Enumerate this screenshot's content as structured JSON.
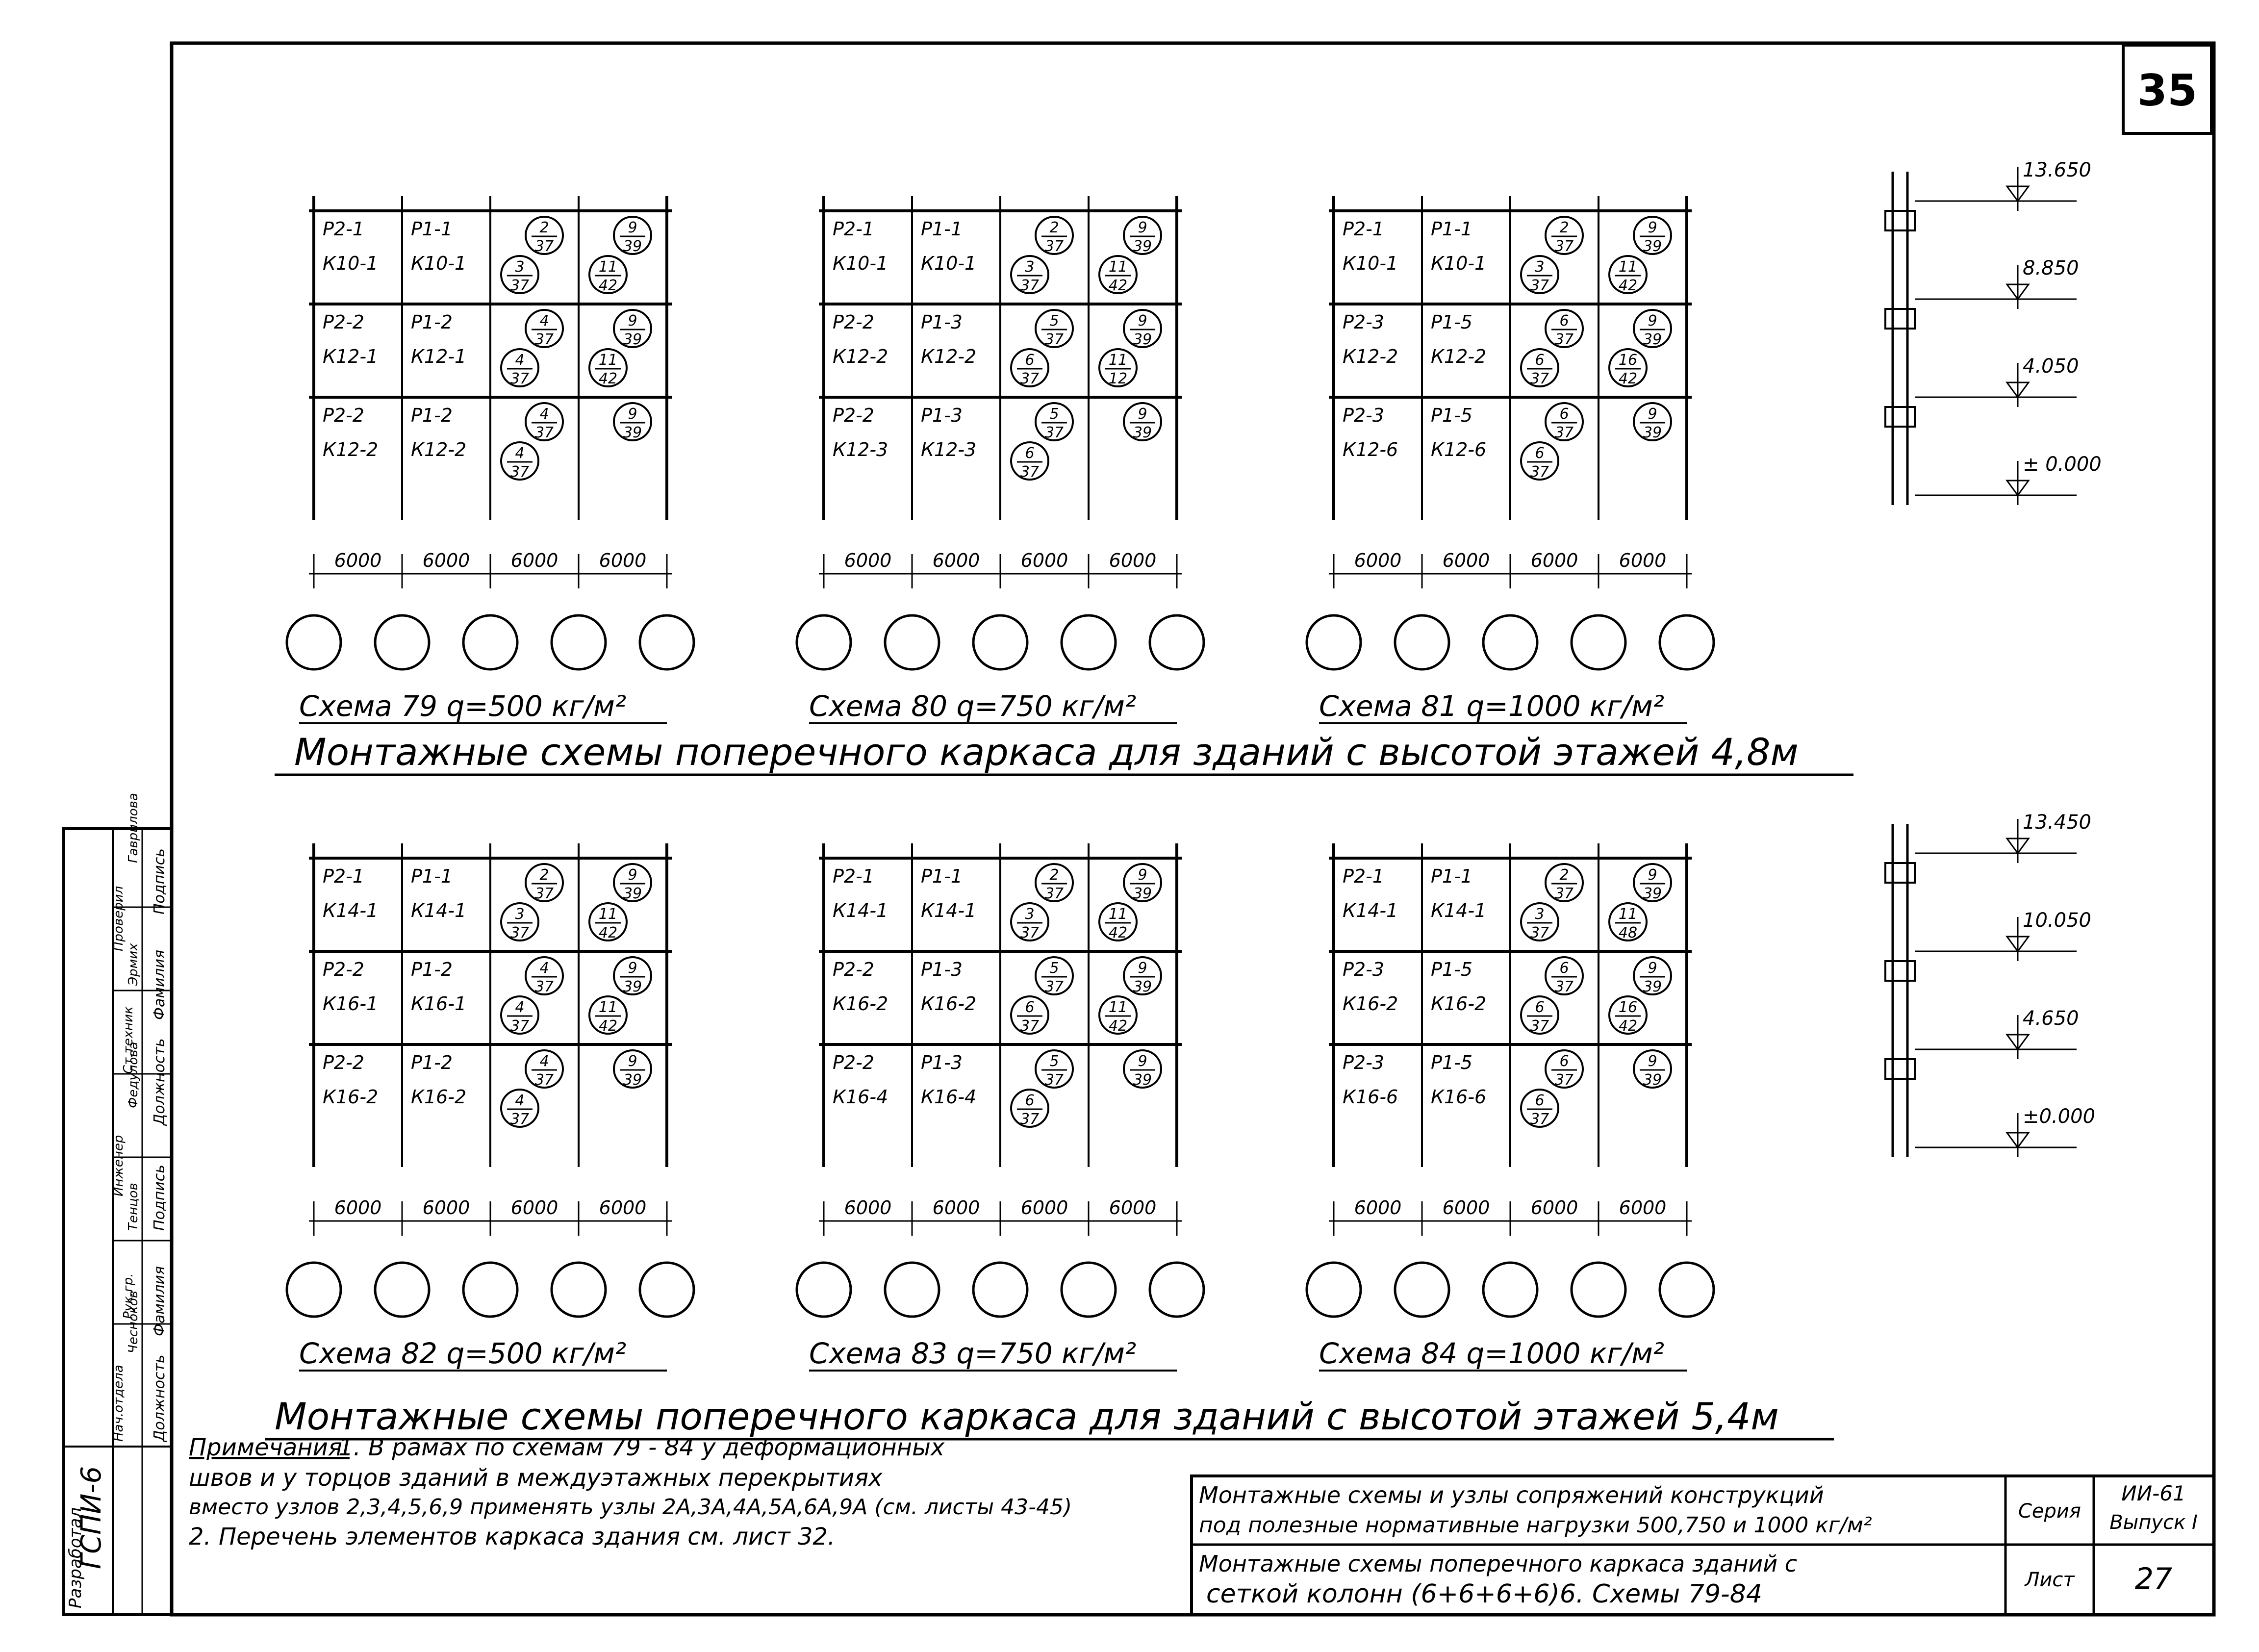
{
  "sheet_number": "35",
  "upper_group": {
    "title": "Монтажные схемы поперечного каркаса для зданий с высотой этажей 4,8м",
    "schemes": [
      {
        "caption": "Схема 79 q=500 кг/м²",
        "rows": [
          {
            "b1": "Р2-1",
            "c1": "К10-1",
            "b2": "Р1-1",
            "c2": "К10-1",
            "n1": [
              "2",
              "37"
            ],
            "n1b": [
              "3",
              "37"
            ],
            "n2": [
              "9",
              "39"
            ],
            "n2b": [
              "11",
              "42"
            ]
          },
          {
            "b1": "Р2-2",
            "c1": "К12-1",
            "b2": "Р1-2",
            "c2": "К12-1",
            "n1": [
              "4",
              "37"
            ],
            "n1b": [
              "4",
              "37"
            ],
            "n2": [
              "9",
              "39"
            ],
            "n2b": [
              "11",
              "42"
            ]
          },
          {
            "b1": "Р2-2",
            "c1": "К12-2",
            "b2": "Р1-2",
            "c2": "К12-2",
            "n1": [
              "4",
              "37"
            ],
            "n1b": [
              "4",
              "37"
            ],
            "n2": [
              "9",
              "39"
            ],
            "n2b": null
          }
        ],
        "spans": [
          "6000",
          "6000",
          "6000",
          "6000"
        ]
      },
      {
        "caption": "Схема 80 q=750 кг/м²",
        "rows": [
          {
            "b1": "Р2-1",
            "c1": "К10-1",
            "b2": "Р1-1",
            "c2": "К10-1",
            "n1": [
              "2",
              "37"
            ],
            "n1b": [
              "3",
              "37"
            ],
            "n2": [
              "9",
              "39"
            ],
            "n2b": [
              "11",
              "42"
            ]
          },
          {
            "b1": "Р2-2",
            "c1": "К12-2",
            "b2": "Р1-3",
            "c2": "К12-2",
            "n1": [
              "5",
              "37"
            ],
            "n1b": [
              "6",
              "37"
            ],
            "n2": [
              "9",
              "39"
            ],
            "n2b": [
              "11",
              "12"
            ]
          },
          {
            "b1": "Р2-2",
            "c1": "К12-3",
            "b2": "Р1-3",
            "c2": "К12-3",
            "n1": [
              "5",
              "37"
            ],
            "n1b": [
              "6",
              "37"
            ],
            "n2": [
              "9",
              "39"
            ],
            "n2b": null
          }
        ],
        "spans": [
          "6000",
          "6000",
          "6000",
          "6000"
        ]
      },
      {
        "caption": "Схема 81 q=1000 кг/м²",
        "rows": [
          {
            "b1": "Р2-1",
            "c1": "К10-1",
            "b2": "Р1-1",
            "c2": "К10-1",
            "n1": [
              "2",
              "37"
            ],
            "n1b": [
              "3",
              "37"
            ],
            "n2": [
              "9",
              "39"
            ],
            "n2b": [
              "11",
              "42"
            ]
          },
          {
            "b1": "Р2-3",
            "c1": "К12-2",
            "b2": "Р1-5",
            "c2": "К12-2",
            "n1": [
              "6",
              "37"
            ],
            "n1b": [
              "6",
              "37"
            ],
            "n2": [
              "9",
              "39"
            ],
            "n2b": [
              "16",
              "42"
            ]
          },
          {
            "b1": "Р2-3",
            "c1": "К12-6",
            "b2": "Р1-5",
            "c2": "К12-6",
            "n1": [
              "6",
              "37"
            ],
            "n1b": [
              "6",
              "37"
            ],
            "n2": [
              "9",
              "39"
            ],
            "n2b": null
          }
        ],
        "spans": [
          "6000",
          "6000",
          "6000",
          "6000"
        ]
      }
    ],
    "elevations": [
      "13.650",
      "8.850",
      "4.050",
      "± 0.000"
    ]
  },
  "lower_group": {
    "title": "Монтажные схемы поперечного каркаса для зданий с высотой этажей 5,4м",
    "schemes": [
      {
        "caption": "Схема 82 q=500 кг/м²",
        "rows": [
          {
            "b1": "Р2-1",
            "c1": "К14-1",
            "b2": "Р1-1",
            "c2": "К14-1",
            "n1": [
              "2",
              "37"
            ],
            "n1b": [
              "3",
              "37"
            ],
            "n2": [
              "9",
              "39"
            ],
            "n2b": [
              "11",
              "42"
            ]
          },
          {
            "b1": "Р2-2",
            "c1": "К16-1",
            "b2": "Р1-2",
            "c2": "К16-1",
            "n1": [
              "4",
              "37"
            ],
            "n1b": [
              "4",
              "37"
            ],
            "n2": [
              "9",
              "39"
            ],
            "n2b": [
              "11",
              "42"
            ]
          },
          {
            "b1": "Р2-2",
            "c1": "К16-2",
            "b2": "Р1-2",
            "c2": "К16-2",
            "n1": [
              "4",
              "37"
            ],
            "n1b": [
              "4",
              "37"
            ],
            "n2": [
              "9",
              "39"
            ],
            "n2b": null
          }
        ],
        "spans": [
          "6000",
          "6000",
          "6000",
          "6000"
        ]
      },
      {
        "caption": "Схема 83 q=750 кг/м²",
        "rows": [
          {
            "b1": "Р2-1",
            "c1": "К14-1",
            "b2": "Р1-1",
            "c2": "К14-1",
            "n1": [
              "2",
              "37"
            ],
            "n1b": [
              "3",
              "37"
            ],
            "n2": [
              "9",
              "39"
            ],
            "n2b": [
              "11",
              "42"
            ]
          },
          {
            "b1": "Р2-2",
            "c1": "К16-2",
            "b2": "Р1-3",
            "c2": "К16-2",
            "n1": [
              "5",
              "37"
            ],
            "n1b": [
              "6",
              "37"
            ],
            "n2": [
              "9",
              "39"
            ],
            "n2b": [
              "11",
              "42"
            ]
          },
          {
            "b1": "Р2-2",
            "c1": "К16-4",
            "b2": "Р1-3",
            "c2": "К16-4",
            "n1": [
              "5",
              "37"
            ],
            "n1b": [
              "6",
              "37"
            ],
            "n2": [
              "9",
              "39"
            ],
            "n2b": null
          }
        ],
        "spans": [
          "6000",
          "6000",
          "6000",
          "6000"
        ]
      },
      {
        "caption": "Схема 84 q=1000 кг/м²",
        "rows": [
          {
            "b1": "Р2-1",
            "c1": "К14-1",
            "b2": "Р1-1",
            "c2": "К14-1",
            "n1": [
              "2",
              "37"
            ],
            "n1b": [
              "3",
              "37"
            ],
            "n2": [
              "9",
              "39"
            ],
            "n2b": [
              "11",
              "48"
            ]
          },
          {
            "b1": "Р2-3",
            "c1": "К16-2",
            "b2": "Р1-5",
            "c2": "К16-2",
            "n1": [
              "6",
              "37"
            ],
            "n1b": [
              "6",
              "37"
            ],
            "n2": [
              "9",
              "39"
            ],
            "n2b": [
              "16",
              "42"
            ]
          },
          {
            "b1": "Р2-3",
            "c1": "К16-6",
            "b2": "Р1-5",
            "c2": "К16-6",
            "n1": [
              "6",
              "37"
            ],
            "n1b": [
              "6",
              "37"
            ],
            "n2": [
              "9",
              "39"
            ],
            "n2b": null
          }
        ],
        "spans": [
          "6000",
          "6000",
          "6000",
          "6000"
        ]
      }
    ],
    "elevations": [
      "13.450",
      "10.050",
      "4.650",
      "±0.000"
    ]
  },
  "notes": {
    "label": "Примечания.",
    "line1": "1. В рамах по схемам 79 - 84 у деформационных",
    "line2": "швов и у торцов зданий в междуэтажных перекрытиях",
    "line3": "вместо узлов 2,3,4,5,6,9 применять узлы 2А,3А,4А,5А,6А,9А (см. листы 43-45)",
    "line4": "2. Перечень элементов каркаса здания см. лист 32."
  },
  "title_block": {
    "title_top_1": "Монтажные схемы и узлы сопряжений конструкций",
    "title_top_2": "под полезные нормативные нагрузки 500,750 и 1000 кг/м²",
    "title_bottom_1": "Монтажные схемы поперечного каркаса зданий с",
    "title_bottom_2": "сеткой колонн (6+6+6+6)6. Схемы 79-84",
    "series_label": "Серия",
    "series_value_1": "ИИ-61",
    "series_value_2": "Выпуск I",
    "sheet_label": "Лист",
    "sheet_value": "27"
  },
  "side_stamp": {
    "org": "ГСПИ-6",
    "developed": "Разработал",
    "col_headers": [
      "Должность",
      "Фамилия",
      "Подпись",
      "Должность",
      "Фамилия",
      "Подпись"
    ],
    "positions": [
      "Нач.отдела",
      "Рук.гр.",
      "Инженер",
      "Ст.техник",
      "Проверил"
    ],
    "names": [
      "Чесноков",
      "Тенцов",
      "Федулова",
      "Эрмих",
      "Гаврилова"
    ]
  }
}
